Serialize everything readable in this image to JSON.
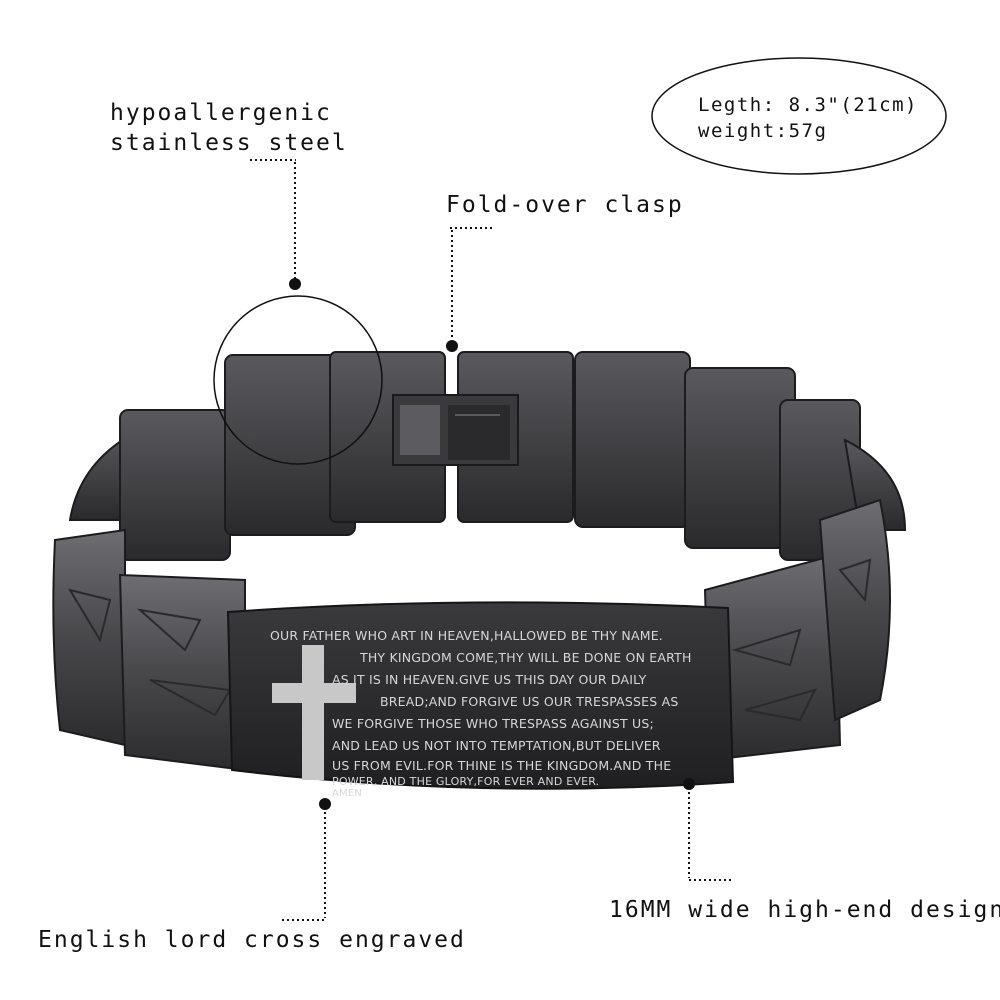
{
  "labels": {
    "steel_line1": "hypoallergenic",
    "steel_line2": "stainless steel",
    "clasp": "Fold-over clasp",
    "engraved": "English lord cross engraved",
    "width": "16MM wide high-end design"
  },
  "specs": {
    "length": "Legth: 8.3\"(21cm)",
    "weight": "weight:57g"
  },
  "engraving": [
    "OUR FATHER WHO ART IN HEAVEN,HALLOWED BE THY NAME.",
    "THY KINGDOM COME,THY WILL BE DONE ON EARTH",
    "AS IT IS IN HEAVEN.GIVE US THIS DAY OUR DAILY",
    "BREAD;AND FORGIVE US OUR TRESPASSES AS",
    "WE FORGIVE THOSE WHO TRESPASS AGAINST US;",
    "AND LEAD US NOT INTO TEMPTATION,BUT DELIVER",
    "US FROM EVIL.FOR THINE IS THE KINGDOM.AND THE",
    "POWER, AND THE GLORY,FOR EVER AND EVER.",
    "AMEN"
  ],
  "colors": {
    "steel_dark": "#2f2f31",
    "steel_mid": "#4a4a4d",
    "steel_light": "#6b6b6f",
    "engraving": "#d7d7d7",
    "ink": "#111111"
  }
}
